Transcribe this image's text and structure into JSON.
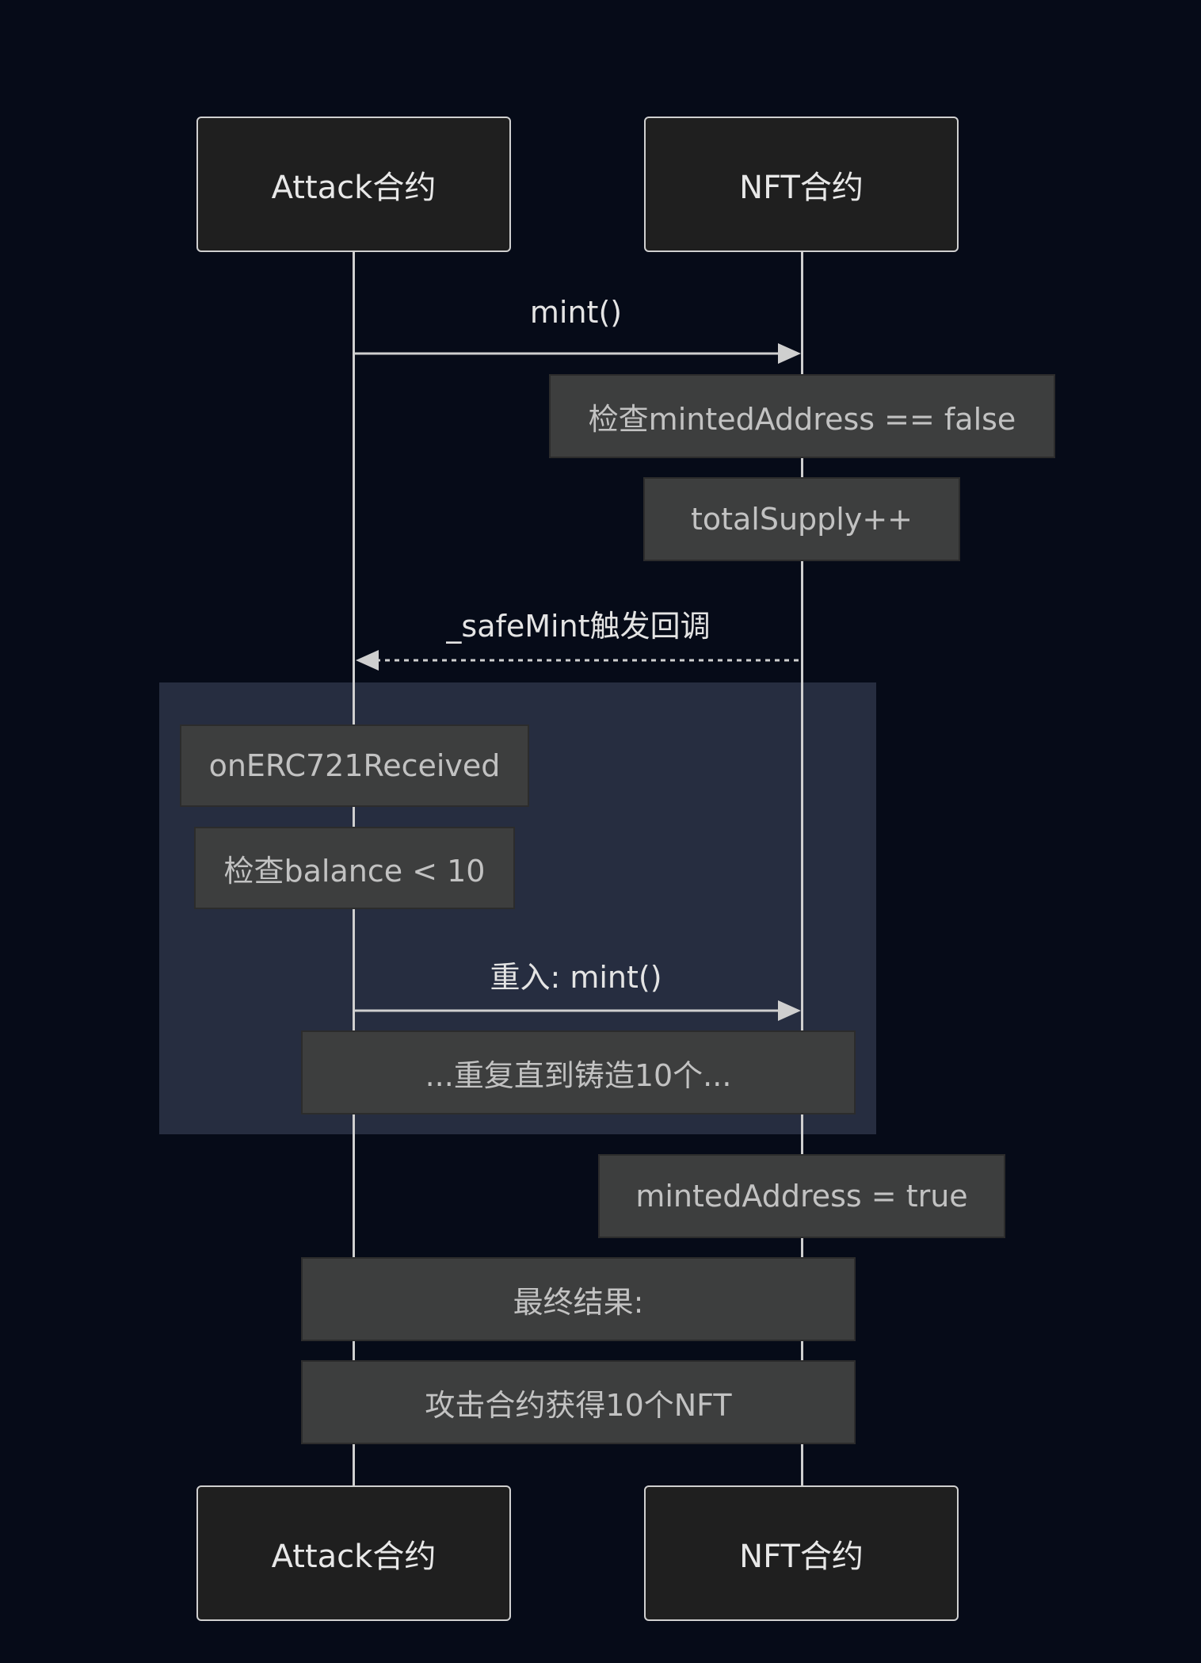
{
  "participants": {
    "attack": "Attack合约",
    "nft": "NFT合约"
  },
  "messages": {
    "mint": "mint()",
    "callback": "_safeMint触发回调",
    "reenter": "重入: mint()"
  },
  "notes": {
    "check_minted": "检查mintedAddress == false",
    "total_supply": "totalSupply++",
    "on_received": "onERC721Received",
    "check_balance": "检查balance < 10",
    "repeat": "...重复直到铸造10个...",
    "set_minted": "mintedAddress = true",
    "final_title": "最终结果:",
    "final_result": "攻击合约获得10个NFT"
  },
  "colors": {
    "background": "#060b18",
    "loop_region": "#262d40",
    "actor_box": "#1f1f1f",
    "note_box": "#3d3e3e",
    "line": "#cfcfcf"
  }
}
